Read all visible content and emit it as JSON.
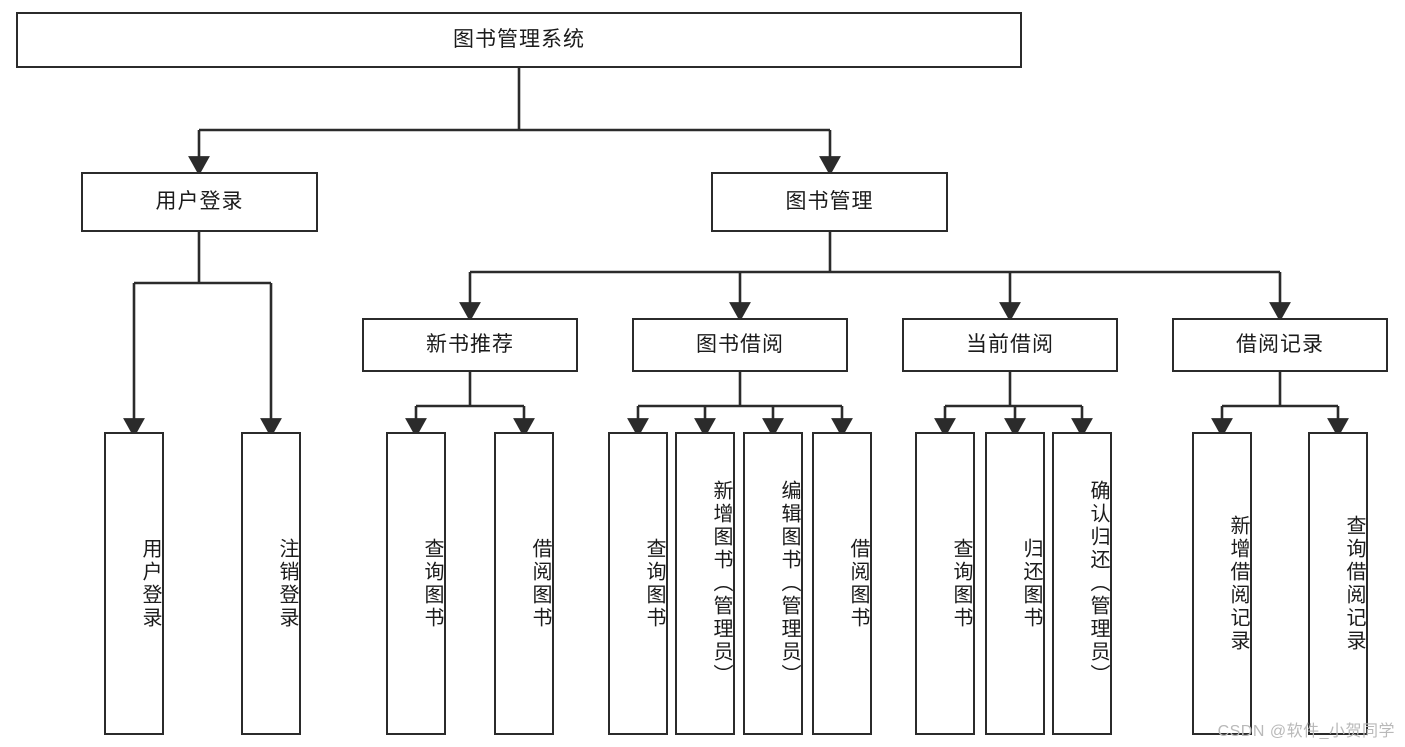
{
  "diagram": {
    "title": "图书管理系统",
    "type": "hierarchy-tree",
    "watermark": "CSDN @软件_小贺同学",
    "colors": {
      "box_border": "#2b2b2b",
      "box_fill": "#ffffff",
      "connector": "#2b2b2b",
      "text": "#1b1b1b",
      "watermark": "#b9b9b9"
    },
    "nodes": {
      "root": {
        "label": "图书管理系统"
      },
      "level2": [
        {
          "label": "用户登录"
        },
        {
          "label": "图书管理"
        }
      ],
      "level3": [
        {
          "label": "新书推荐"
        },
        {
          "label": "图书借阅"
        },
        {
          "label": "当前借阅"
        },
        {
          "label": "借阅记录"
        }
      ],
      "leaves": {
        "user_login": [
          {
            "label": "用户登录"
          },
          {
            "label": "注销登录"
          }
        ],
        "new_book": [
          {
            "label": "查询图书"
          },
          {
            "label": "借阅图书"
          }
        ],
        "borrow_book": [
          {
            "label": "查询图书"
          },
          {
            "label": "新增图书（管理员）"
          },
          {
            "label": "编辑图书（管理员）"
          },
          {
            "label": "借阅图书"
          }
        ],
        "current_borrow": [
          {
            "label": "查询图书"
          },
          {
            "label": "归还图书"
          },
          {
            "label": "确认归还（管理员）"
          }
        ],
        "borrow_record": [
          {
            "label": "新增借阅记录"
          },
          {
            "label": "查询借阅记录"
          }
        ]
      }
    }
  }
}
